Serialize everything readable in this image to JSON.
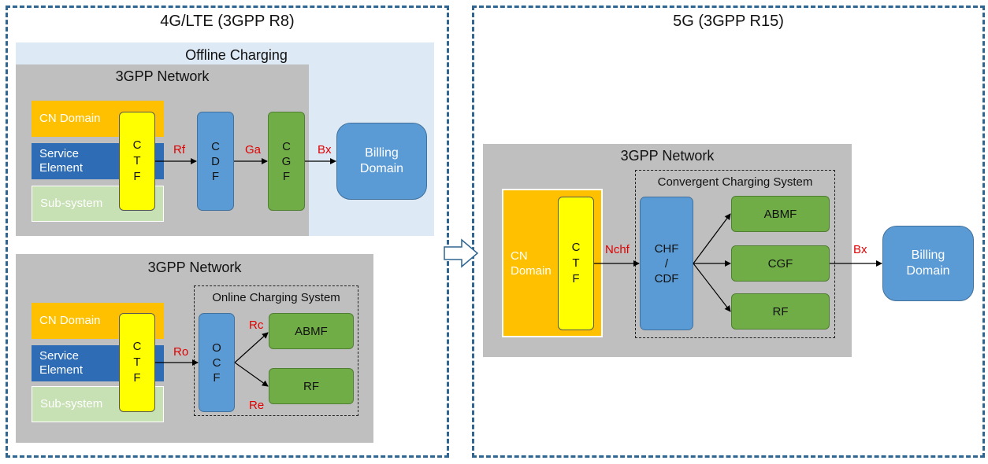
{
  "left_panel": {
    "title": "4G/LTE (3GPP R8)",
    "offline": {
      "title": "Offline Charging",
      "network_title": "3GPP Network",
      "domains": [
        "CN Domain",
        "Service\nElement",
        "Sub-system"
      ],
      "ctf": "C\nT\nF",
      "cdf": "C\nD\nF",
      "cgf": "C\nG\nF",
      "billing": "Billing\nDomain",
      "labels": {
        "rf": "Rf",
        "ga": "Ga",
        "bx": "Bx"
      }
    },
    "online": {
      "network_title": "3GPP Network",
      "system_title": "Online Charging System",
      "domains": [
        "CN Domain",
        "Service\nElement",
        "Sub-system"
      ],
      "ctf": "C\nT\nF",
      "ocf": "O\nC\nF",
      "abmf": "ABMF",
      "rf": "RF",
      "labels": {
        "ro": "Ro",
        "rc": "Rc",
        "re": "Re"
      }
    }
  },
  "right_panel": {
    "title": "5G (3GPP R15)",
    "network_title": "3GPP Network",
    "system_title": "Convergent Charging System",
    "cn_domain": "CN\nDomain",
    "ctf": "C\nT\nF",
    "chf": "CHF\n/\nCDF",
    "abmf": "ABMF",
    "cgf": "CGF",
    "rf": "RF",
    "billing": "Billing\nDomain",
    "labels": {
      "nchf": "Nchf",
      "bx": "Bx"
    }
  },
  "colors": {
    "panel_border": "#2e6591",
    "cn_domain": "#ffc000",
    "service_element": "#2e6cb5",
    "sub_system": "#c7e0b4",
    "ctf": "#ffff00",
    "function_blue": "#5b9bd5",
    "function_green": "#70ad47",
    "interface_label": "#e00000"
  },
  "icons": {
    "transition_arrow": "hollow-right-arrow-icon"
  }
}
